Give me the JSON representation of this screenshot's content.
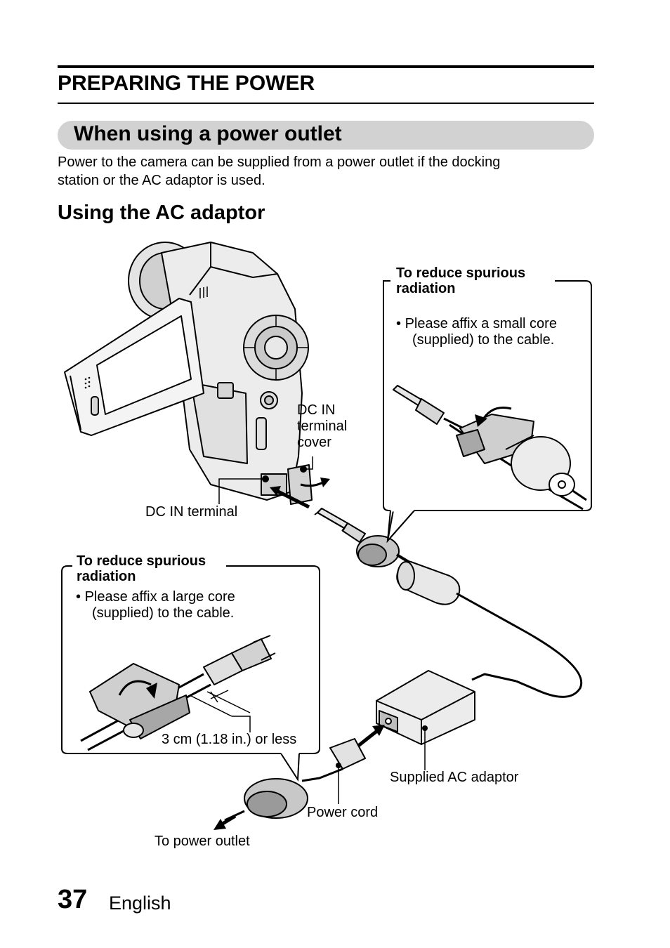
{
  "header": {
    "section_title": "PREPARING THE POWER"
  },
  "subsection": {
    "title": "When using a power outlet",
    "intro_line1": "Power to the camera can be supplied from a power outlet if the docking",
    "intro_line2": "station or the AC adaptor is used."
  },
  "heading": "Using the AC adaptor",
  "callout_small_core": {
    "title_line1": "To reduce spurious",
    "title_line2": "radiation",
    "bullet_line1": "Please affix a small core",
    "bullet_line2": "(supplied) to the cable."
  },
  "callout_large_core": {
    "title_line1": "To reduce spurious",
    "title_line2": "radiation",
    "bullet_line1": "Please affix a large core",
    "bullet_line2": "(supplied) to the cable.",
    "distance_label": "3 cm (1.18 in.) or less"
  },
  "labels": {
    "dc_in_cover_line1": "DC IN",
    "dc_in_cover_line2": "terminal",
    "dc_in_cover_line3": "cover",
    "dc_in_terminal": "DC IN terminal",
    "supplied_ac_adaptor": "Supplied AC adaptor",
    "power_cord": "Power cord",
    "to_power_outlet": "To power outlet"
  },
  "footer": {
    "page_number": "37",
    "language": "English"
  }
}
